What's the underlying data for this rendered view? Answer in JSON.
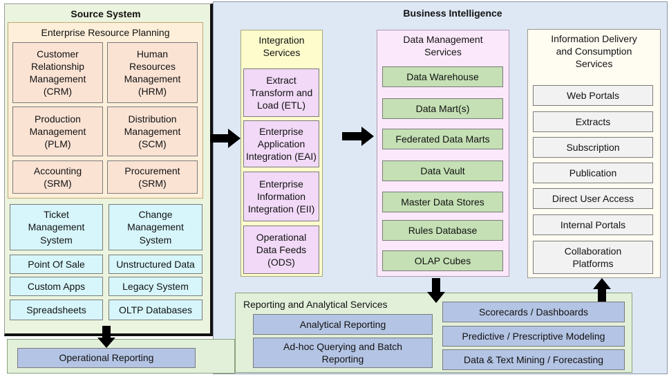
{
  "business_intelligence": {
    "title": "Business Intelligence"
  },
  "source_system": {
    "title": "Source System",
    "erp": {
      "title": "Enterprise Resource Planning",
      "items": [
        "Customer\nRelationship\nManagement\n(CRM)",
        "Human\nResources\nManagement\n(HRM)",
        "Production\nManagement\n(PLM)",
        "Distribution\nManagement\n(SCM)",
        "Accounting\n(SRM)",
        "Procurement\n(SRM)"
      ]
    },
    "other_systems": [
      "Ticket\nManagement\nSystem",
      "Change\nManagement\nSystem",
      "Point Of Sale",
      "Unstructured Data",
      "Custom Apps",
      "Legacy System",
      "Spreadsheets",
      "OLTP Databases"
    ]
  },
  "integration": {
    "title": "Integration\nServices",
    "items": [
      "Extract\nTransform and\nLoad (ETL)",
      "Enterprise\nApplication\nIntegration (EAI)",
      "Enterprise\nInformation\nIntegration (EII)",
      "Operational\nData Feeds\n(ODS)"
    ]
  },
  "data_management": {
    "title": "Data Management\nServices",
    "items": [
      "Data Warehouse",
      "Data Mart(s)",
      "Federated Data Marts",
      "Data Vault",
      "Master Data Stores",
      "Rules Database",
      "OLAP Cubes"
    ]
  },
  "information_delivery": {
    "title": "Information Delivery\nand Consumption\nServices",
    "items": [
      "Web Portals",
      "Extracts",
      "Subscription",
      "Publication",
      "Direct User Access",
      "Internal Portals",
      "Collaboration\nPlatforms"
    ]
  },
  "reporting": {
    "title": "Reporting and Analytical Services",
    "left_items": [
      "Analytical Reporting",
      "Ad-hoc Querying and Batch\nReporting"
    ],
    "right_items": [
      "Scorecards / Dashboards",
      "Predictive / Prescriptive Modeling",
      "Data & Text Mining / Forecasting"
    ]
  },
  "operational_reporting": {
    "label": "Operational Reporting"
  },
  "colors": {
    "source_bg": "#ebf4de",
    "bi_bg": "#dde8f4",
    "erp_bg": "#fdefd9",
    "integration_bg": "#fefccc",
    "data_mgmt_bg": "#fbe9fb",
    "delivery_bg": "#fffcf2",
    "reporting_bg": "#e2f0da",
    "orange": "#fbe3d4",
    "cyan": "#d6f6fb",
    "violet": "#f1d9f7",
    "green": "#c4e0b4",
    "grey": "#f2f2f2",
    "blue": "#b4c4e4"
  }
}
